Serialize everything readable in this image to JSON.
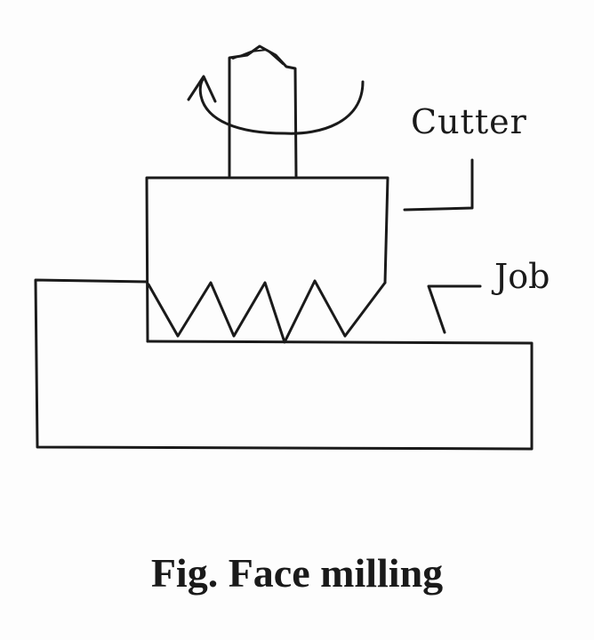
{
  "labels": {
    "cutter": "Cutter",
    "job": "Job"
  },
  "caption": "Fig. Face milling",
  "icons": {
    "rotation": "rotation-arrow-icon"
  }
}
